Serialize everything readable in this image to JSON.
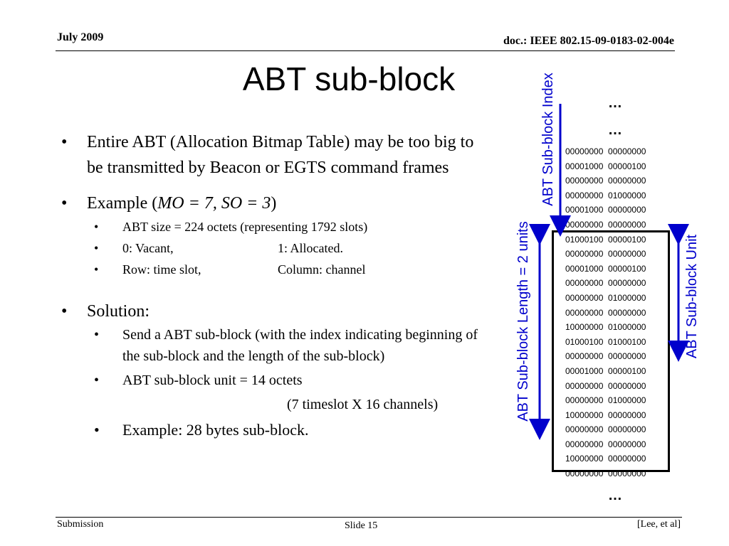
{
  "header": {
    "date": "July 2009",
    "doc": "doc.: IEEE 802.15-09-0183-02-004e"
  },
  "title": "ABT sub-block",
  "bullets": {
    "intro": "Entire ABT (Allocation Bitmap Table) may be too big to be transmitted by Beacon or EGTS command frames",
    "example_prefix": "Example (",
    "example_mo": "MO = 7, SO = 3",
    "example_suffix": ")",
    "abt_size": "ABT size = 224 octets (representing 1792 slots)",
    "vacant": "0: Vacant,",
    "allocated": "1: Allocated.",
    "row": "Row: time slot,",
    "column": "Column: channel",
    "solution": "Solution:",
    "send": "Send a ABT sub-block (with the index indicating beginning of the sub-block and the length of the sub-block)",
    "unit": "ABT sub-block unit = 14 octets",
    "unit_detail": "(7 timeslot X 16 channels)",
    "example2": "Example: 28 bytes sub-block."
  },
  "diagram": {
    "dots": "…",
    "index_label": "ABT Sub-block Index",
    "length_label": "ABT Sub-block Length = 2 units",
    "unit_label": "ABT Sub-block Unit",
    "rows": [
      "00000000  00000000",
      "00001000  00000100",
      "00000000  00000000",
      "00000000  01000000",
      "00001000  00000000",
      "00000000  00000000",
      "01000100  00000100",
      "00000000  00000000",
      "00001000  00000100",
      "00000000  00000000",
      "00000000  01000000",
      "00000000  00000000",
      "10000000  01000000",
      "01000100  01000100",
      "00000000  00000000",
      "00001000  00000100",
      "00000000  00000000",
      "00000000  01000000",
      "10000000  00000000",
      "00000000  00000000",
      "00000000  00000000",
      "10000000  00000000",
      "00000000  00000000"
    ],
    "colors": {
      "arrow": "#0000cc"
    }
  },
  "footer": {
    "left": "Submission",
    "center": "Slide 15",
    "right": "[Lee, et al]"
  }
}
